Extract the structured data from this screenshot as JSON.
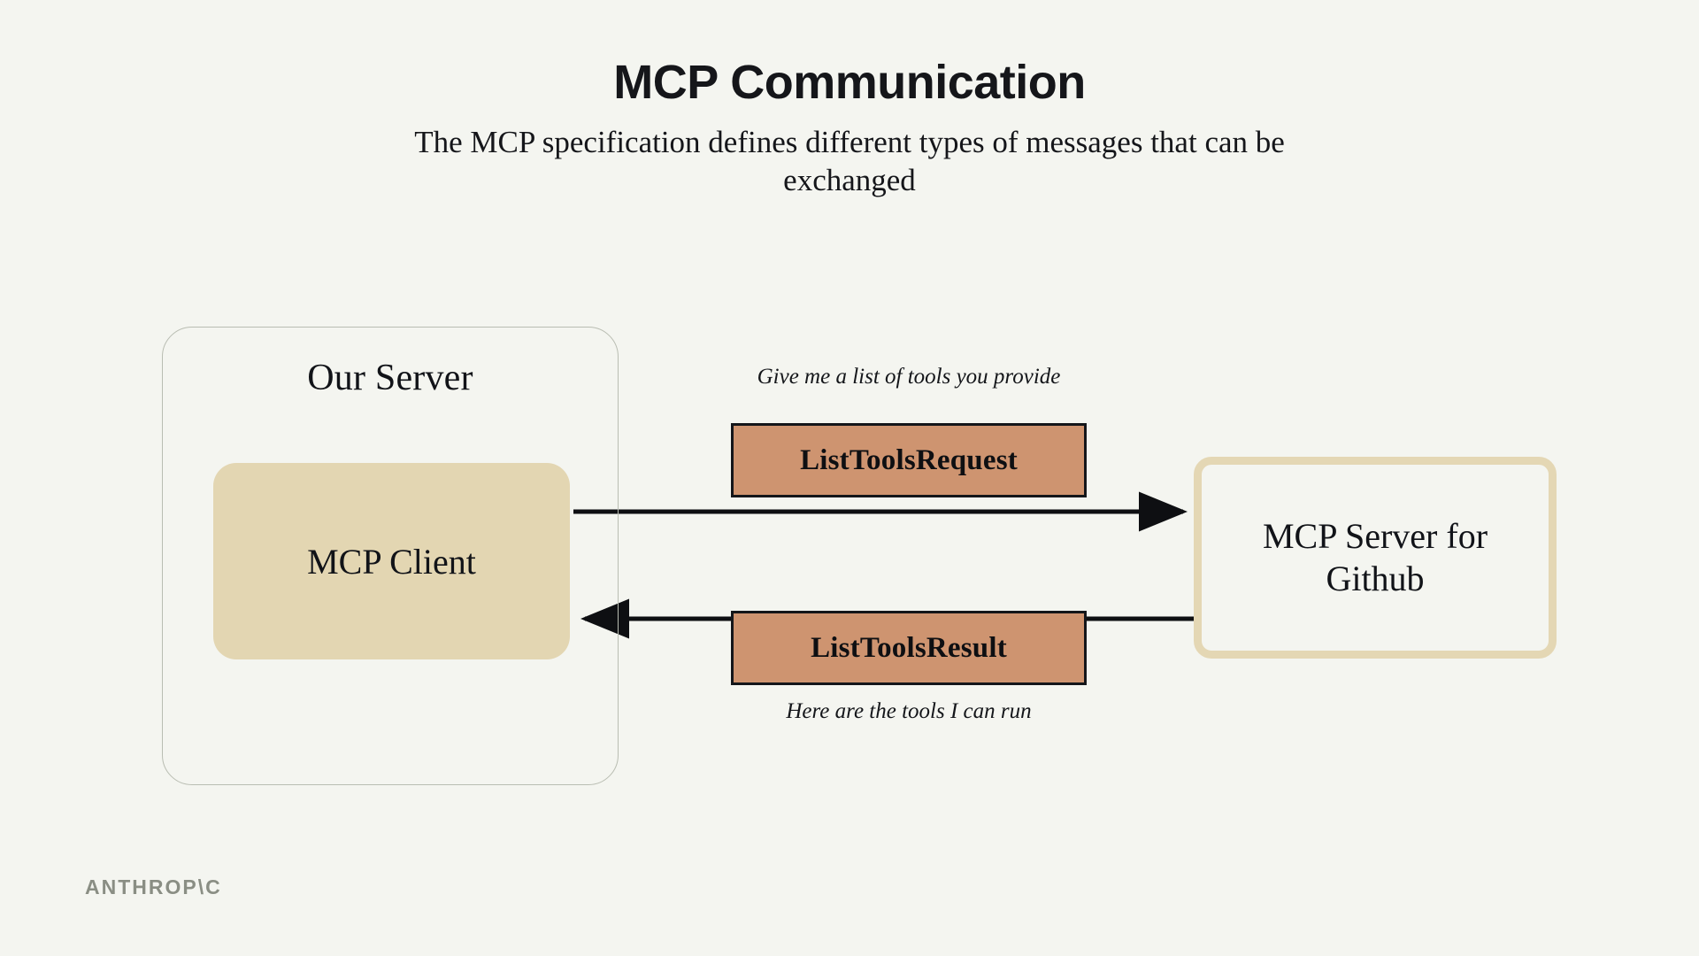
{
  "page": {
    "background_color": "#F4F5F0",
    "title": "MCP Communication",
    "subtitle": "The MCP specification defines different types of messages that can be exchanged"
  },
  "brand": {
    "logo_text": "ANTHROP\\C",
    "logo_color": "#8a8e84"
  },
  "diagram": {
    "type": "sequence-diagram",
    "server_group": {
      "label": "Our Server",
      "border_color": "#b9bdb2",
      "node": {
        "label": "MCP Client",
        "fill_color": "#E3D6B2"
      }
    },
    "remote_node": {
      "label": "MCP Server for Github",
      "border_color": "#E4D7B4",
      "fill_color": "#F4F5F0"
    },
    "messages": [
      {
        "name": "ListToolsRequest",
        "label": "ListToolsRequest",
        "caption": "Give me a list of tools you provide",
        "direction": "client-to-server",
        "fill_color": "#CE9470",
        "border_color": "#14161a",
        "caption_position": "above"
      },
      {
        "name": "ListToolsResult",
        "label": "ListToolsResult",
        "caption": "Here are the tools I can run",
        "direction": "server-to-client",
        "fill_color": "#CE9470",
        "border_color": "#14161a",
        "caption_position": "below"
      }
    ],
    "arrow_color": "#0e0f12"
  }
}
